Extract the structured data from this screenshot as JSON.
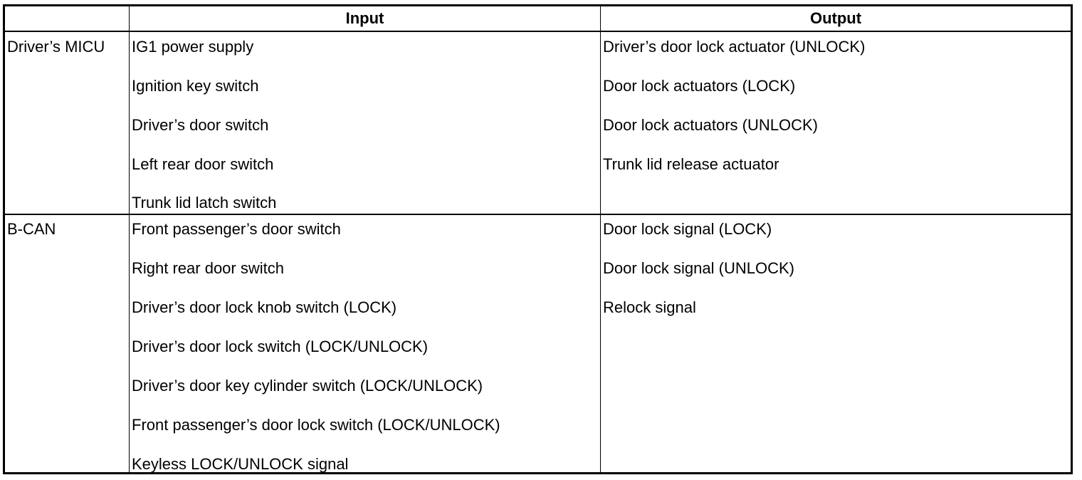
{
  "headers": {
    "source": "",
    "input": "Input",
    "output": "Output"
  },
  "groups": [
    {
      "source": "Driver’s MICU",
      "inputs": [
        "IG1 power supply",
        "Ignition key switch",
        "Driver’s door switch",
        "Left rear door switch",
        "Trunk lid latch switch"
      ],
      "outputs": [
        "Driver’s door lock actuator (UNLOCK)",
        "Door lock actuators (LOCK)",
        "Door lock actuators (UNLOCK)",
        "Trunk lid release actuator"
      ]
    },
    {
      "source": "B-CAN",
      "inputs": [
        "Front passenger’s door switch",
        "Right rear door switch",
        "Driver’s door lock knob switch (LOCK)",
        "Driver’s door lock switch (LOCK/UNLOCK)",
        "Driver’s door key cylinder switch (LOCK/UNLOCK)",
        "Front passenger’s door lock switch (LOCK/UNLOCK)",
        "Keyless LOCK/UNLOCK signal"
      ],
      "outputs": [
        "Door lock signal (LOCK)",
        "Door lock signal (UNLOCK)",
        "Relock signal"
      ]
    }
  ]
}
